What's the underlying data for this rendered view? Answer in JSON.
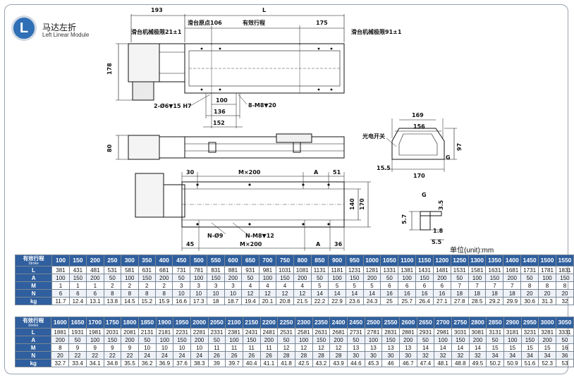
{
  "header": {
    "badge_letter": "L",
    "title_cn": "马达左折",
    "title_en": "Left Linear Module"
  },
  "drawing_labels": {
    "dim_193": "193",
    "dim_L": "L",
    "slide_limit_left": "滑台机械极限21±1",
    "slide_origin": "滑台原点106",
    "effective_stroke": "有效行程",
    "dim_175": "175",
    "slide_limit_right": "滑台机械极限91±1",
    "dim_178": "178",
    "hole_spec_1": "2-Ø6▼15 H7",
    "dim_100": "100",
    "dim_136": "136",
    "dim_152": "152",
    "hole_spec_2": "8-M8▼20",
    "dim_80": "80",
    "dim_169": "169",
    "dim_156": "156",
    "photo_switch": "光电开关",
    "dim_97": "97",
    "dim_G": "G",
    "dim_15_5": "15.5",
    "dim_170_b": "170",
    "dim_30": "30",
    "dim_Mx200": "M×200",
    "dim_A": "A",
    "dim_51": "51",
    "dim_140": "140",
    "dim_170_c": "170",
    "hole_spec_3": "N-Ø9",
    "hole_spec_4": "N-M8▼12",
    "dim_45": "45",
    "dim_Mx200_b": "M×200",
    "dim_A_b": "A",
    "dim_36": "36",
    "detail_G": "G",
    "dim_3_5": "3.5",
    "dim_5_7": "5.7",
    "dim_1_8": "1.8",
    "dim_5_5": "5.5"
  },
  "unit_label": "单位(unit):mm",
  "table1": {
    "header_cn": "有效行程",
    "header_en": "Stroke",
    "strokes": [
      "100",
      "150",
      "200",
      "250",
      "300",
      "350",
      "400",
      "450",
      "500",
      "550",
      "600",
      "650",
      "700",
      "750",
      "800",
      "850",
      "900",
      "950",
      "1000",
      "1050",
      "1100",
      "1150",
      "1200",
      "1250",
      "1300",
      "1350",
      "1400",
      "1450",
      "1500",
      "1550"
    ],
    "rows": [
      {
        "label": "L",
        "values": [
          "381",
          "431",
          "481",
          "531",
          "581",
          "631",
          "681",
          "731",
          "781",
          "831",
          "881",
          "931",
          "981",
          "1031",
          "1081",
          "1131",
          "1181",
          "1231",
          "1281",
          "1331",
          "1381",
          "1431",
          "1481",
          "1531",
          "1581",
          "1631",
          "1681",
          "1731",
          "1781",
          "1831"
        ]
      },
      {
        "label": "A",
        "values": [
          "100",
          "150",
          "200",
          "50",
          "100",
          "150",
          "200",
          "50",
          "100",
          "150",
          "200",
          "50",
          "100",
          "150",
          "200",
          "50",
          "100",
          "150",
          "200",
          "50",
          "100",
          "150",
          "200",
          "50",
          "100",
          "150",
          "200",
          "50",
          "100",
          "150"
        ]
      },
      {
        "label": "M",
        "values": [
          "1",
          "1",
          "1",
          "2",
          "2",
          "2",
          "2",
          "3",
          "3",
          "3",
          "3",
          "4",
          "4",
          "4",
          "4",
          "5",
          "5",
          "5",
          "5",
          "6",
          "6",
          "6",
          "6",
          "7",
          "7",
          "7",
          "7",
          "8",
          "8",
          "8"
        ]
      },
      {
        "label": "N",
        "values": [
          "6",
          "6",
          "6",
          "8",
          "8",
          "8",
          "8",
          "10",
          "10",
          "10",
          "10",
          "12",
          "12",
          "12",
          "12",
          "14",
          "14",
          "14",
          "14",
          "16",
          "16",
          "16",
          "16",
          "18",
          "18",
          "18",
          "18",
          "20",
          "20",
          "20"
        ]
      },
      {
        "label": "kg",
        "values": [
          "11.7",
          "12.4",
          "13.1",
          "13.8",
          "14.5",
          "15.2",
          "15.9",
          "16.6",
          "17.3",
          "18",
          "18.7",
          "19.4",
          "20.1",
          "20.8",
          "21.5",
          "22.2",
          "22.9",
          "23.6",
          "24.3",
          "25",
          "25.7",
          "26.4",
          "27.1",
          "27.8",
          "28.5",
          "29.2",
          "29.9",
          "30.6",
          "31.3",
          "32"
        ]
      }
    ]
  },
  "table2": {
    "header_cn": "有效行程",
    "header_en": "Stroke",
    "strokes": [
      "1600",
      "1650",
      "1700",
      "1750",
      "1800",
      "1850",
      "1900",
      "1950",
      "2000",
      "2050",
      "2100",
      "2150",
      "2200",
      "2250",
      "2300",
      "2350",
      "2400",
      "2450",
      "2500",
      "2550",
      "2600",
      "2650",
      "2700",
      "2750",
      "2800",
      "2850",
      "2900",
      "2950",
      "3000",
      "3050"
    ],
    "rows": [
      {
        "label": "L",
        "values": [
          "1881",
          "1931",
          "1981",
          "2031",
          "2081",
          "2131",
          "2181",
          "2231",
          "2281",
          "2331",
          "2381",
          "2431",
          "2481",
          "2531",
          "2581",
          "2631",
          "2681",
          "2731",
          "2781",
          "2831",
          "2881",
          "2931",
          "2981",
          "3031",
          "3081",
          "3131",
          "3181",
          "3231",
          "3281",
          "3331"
        ]
      },
      {
        "label": "A",
        "values": [
          "200",
          "50",
          "100",
          "150",
          "200",
          "50",
          "100",
          "150",
          "200",
          "50",
          "100",
          "150",
          "200",
          "50",
          "100",
          "150",
          "200",
          "50",
          "100",
          "150",
          "200",
          "50",
          "100",
          "150",
          "200",
          "50",
          "100",
          "150",
          "200",
          "50"
        ]
      },
      {
        "label": "M",
        "values": [
          "8",
          "9",
          "9",
          "9",
          "9",
          "10",
          "10",
          "10",
          "10",
          "11",
          "11",
          "11",
          "11",
          "12",
          "12",
          "12",
          "12",
          "13",
          "13",
          "13",
          "13",
          "14",
          "14",
          "14",
          "14",
          "15",
          "15",
          "15",
          "15",
          "16"
        ]
      },
      {
        "label": "N",
        "values": [
          "20",
          "22",
          "22",
          "22",
          "22",
          "24",
          "24",
          "24",
          "24",
          "26",
          "26",
          "26",
          "26",
          "28",
          "28",
          "28",
          "28",
          "30",
          "30",
          "30",
          "30",
          "32",
          "32",
          "32",
          "32",
          "34",
          "34",
          "34",
          "34",
          "36"
        ]
      },
      {
        "label": "kg",
        "values": [
          "32.7",
          "33.4",
          "34.1",
          "34.8",
          "35.5",
          "36.2",
          "36.9",
          "37.6",
          "38.3",
          "39",
          "39.7",
          "40.4",
          "41.1",
          "41.8",
          "42.5",
          "43.2",
          "43.9",
          "44.6",
          "45.3",
          "46",
          "46.7",
          "47.4",
          "48.1",
          "48.8",
          "49.5",
          "50.2",
          "50.9",
          "51.6",
          "52.3",
          "53"
        ]
      }
    ]
  },
  "colors": {
    "table_header_bg": "#2f5f9e",
    "badge_bg": "#2e6fb6",
    "line": "#111111"
  }
}
